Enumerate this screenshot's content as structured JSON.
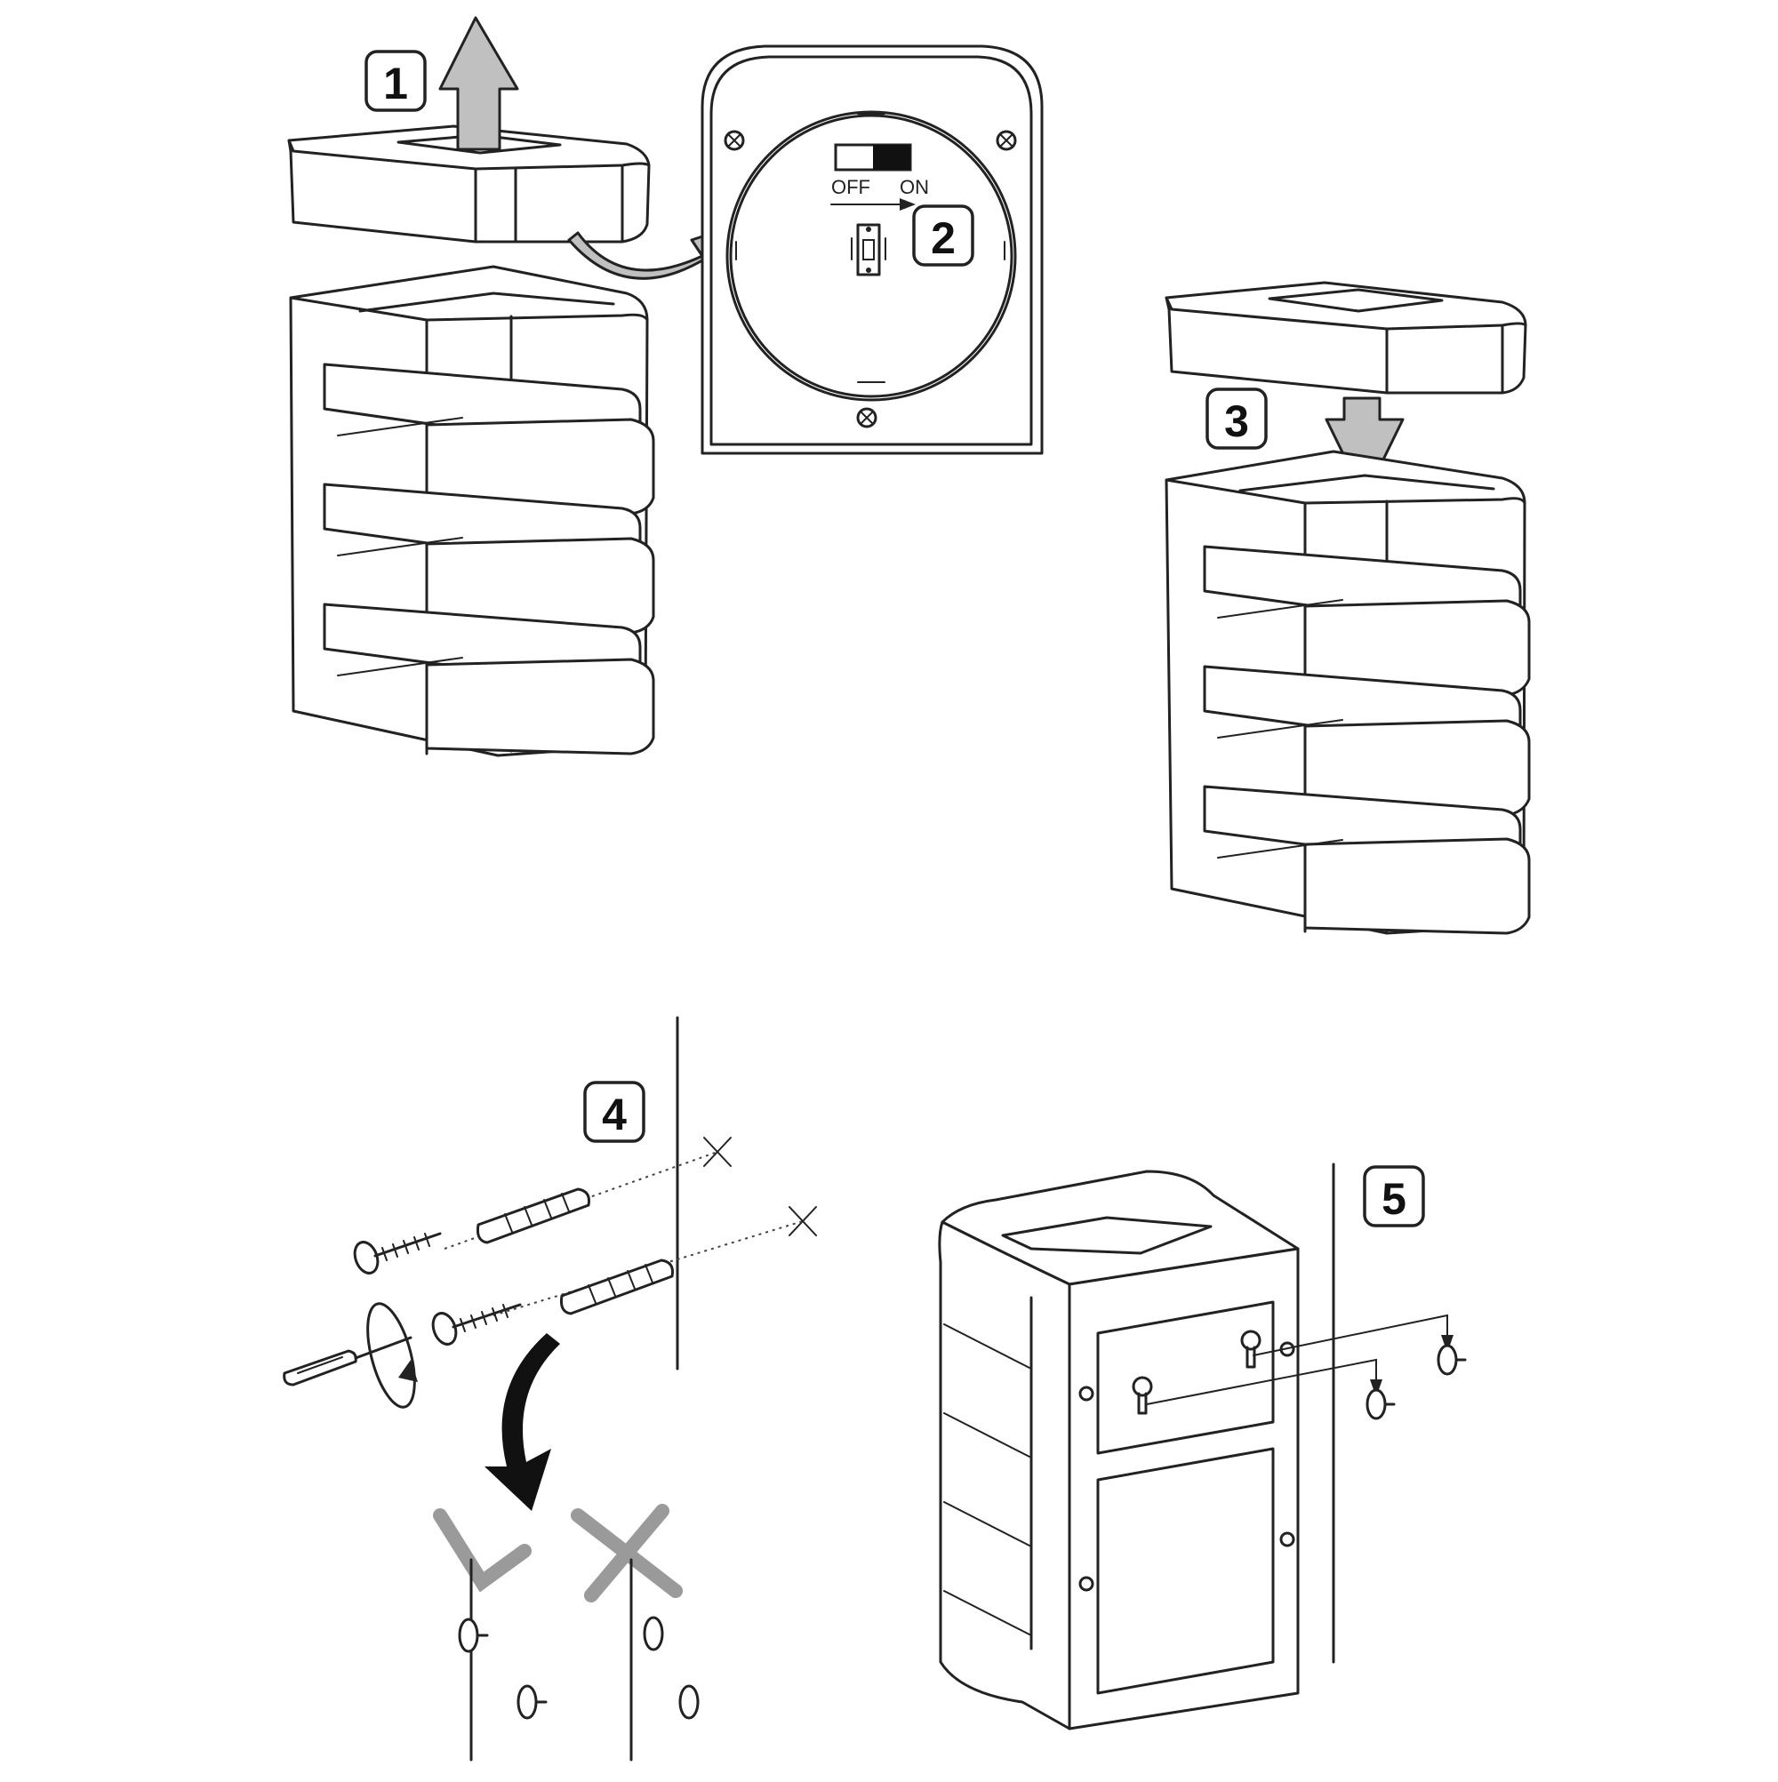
{
  "steps": [
    "1",
    "2",
    "3",
    "4",
    "5"
  ],
  "switch": {
    "off_label": "OFF",
    "on_label": "ON"
  },
  "colors": {
    "line": "#222222",
    "arrow_fill": "#c0c0c0",
    "paper": "#ffffff",
    "check_mark": "#9a9a9a",
    "cross_mark": "#9a9a9a"
  }
}
